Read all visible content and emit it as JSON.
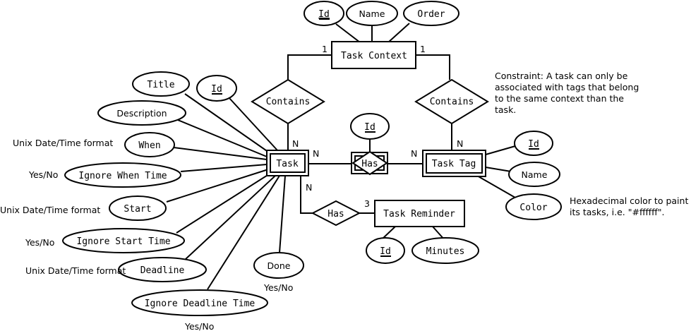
{
  "entities": {
    "task_context": "Task Context",
    "task": "Task",
    "task_tag": "Task Tag",
    "task_reminder": "Task Reminder"
  },
  "relationships": {
    "contains_left": "Contains",
    "contains_right": "Contains",
    "has_tag": "Has",
    "has_reminder": "Has"
  },
  "attributes": {
    "context_id": "Id",
    "context_name": "Name",
    "context_order": "Order",
    "task_title": "Title",
    "task_id": "Id",
    "task_description": "Description",
    "task_when": "When",
    "task_ignore_when": "Ignore When Time",
    "task_start": "Start",
    "task_ignore_start": "Ignore Start Time",
    "task_deadline": "Deadline",
    "task_ignore_deadline": "Ignore Deadline Time",
    "task_done": "Done",
    "has_id": "Id",
    "tag_id": "Id",
    "tag_name": "Name",
    "tag_color": "Color",
    "reminder_id": "Id",
    "reminder_minutes": "Minutes"
  },
  "cardinalities": {
    "context_left": "1",
    "context_right": "1",
    "task_contains": "N",
    "tag_contains": "N",
    "task_has_tag": "N",
    "tag_has": "N",
    "task_has_reminder": "N",
    "reminder_has": "3"
  },
  "notes": {
    "when_format": "Unix Date/Time format",
    "ignore_when": "Yes/No",
    "start_format": "Unix Date/Time format",
    "ignore_start": "Yes/No",
    "deadline_format": "Unix Date/Time format",
    "done_type": "Yes/No",
    "ignore_deadline": "Yes/No",
    "constraint_lines": [
      "Constraint: A task can only be",
      "associated with tags that belong",
      "to the same context than the",
      "task."
    ],
    "color_lines": [
      "Hexadecimal color to paint",
      "its tasks, i.e. \"#ffffff\"."
    ]
  }
}
